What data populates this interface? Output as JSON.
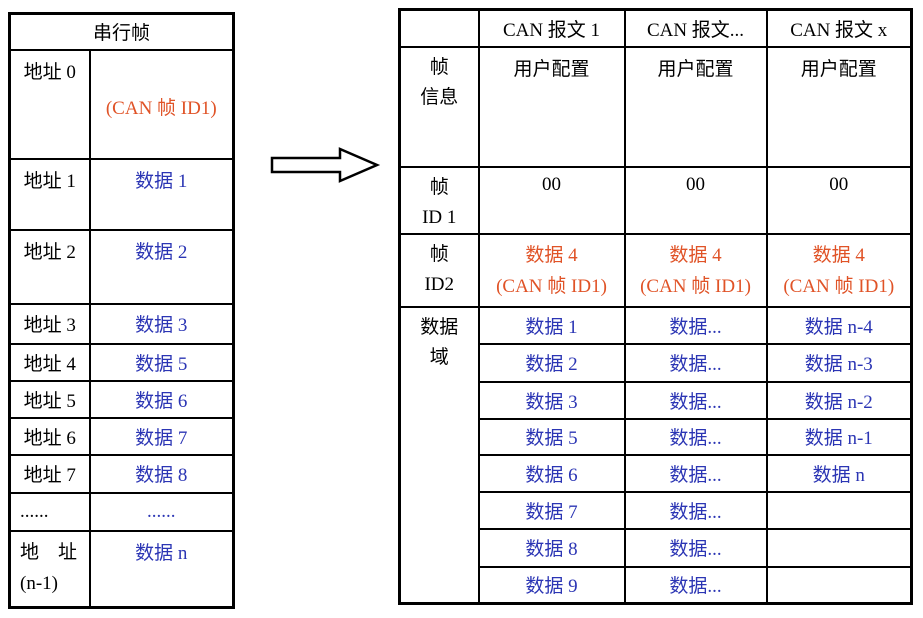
{
  "colors": {
    "data_blue": "#2b35b4",
    "highlight_orange": "#e05327",
    "grid_black": "#000000",
    "background": "#ffffff"
  },
  "arrow": {
    "icon": "right-block-arrow"
  },
  "left_table": {
    "title": "串行帧",
    "rows": [
      {
        "address": "地址 0",
        "value": "(CAN 帧 ID1)"
      },
      {
        "address": "地址 1",
        "value": "数据 1"
      },
      {
        "address": "地址 2",
        "value": "数据 2"
      },
      {
        "address": "地址 3",
        "value": "数据 3"
      },
      {
        "address": "地址 4",
        "value": "数据 5"
      },
      {
        "address": "地址 5",
        "value": "数据 6"
      },
      {
        "address": "地址 6",
        "value": "数据 7"
      },
      {
        "address": "地址 7",
        "value": "数据 8"
      },
      {
        "address": "......",
        "value": "......"
      },
      {
        "address": "地　址",
        "address_line2": "(n-1)",
        "value": "数据 n"
      }
    ]
  },
  "right_table": {
    "header": {
      "col0": "",
      "col1": "CAN 报文 1",
      "col2": "CAN 报文...",
      "col3": "CAN 报文 x"
    },
    "frame_info": {
      "label_line1": "帧",
      "label_line2": "信息",
      "cells": [
        "用户配置",
        "用户配置",
        "用户配置"
      ]
    },
    "frame_id1": {
      "label_line1": "帧",
      "label_line2": "ID 1",
      "cells": [
        "00",
        "00",
        "00"
      ]
    },
    "frame_id2": {
      "label_line1": "帧",
      "label_line2": "ID2",
      "cells": [
        {
          "line1": "数据 4",
          "line2": "(CAN 帧 ID1)"
        },
        {
          "line1": "数据 4",
          "line2": "(CAN 帧 ID1)"
        },
        {
          "line1": "数据 4",
          "line2": "(CAN 帧 ID1)"
        }
      ]
    },
    "data_field": {
      "label_line1": "数据",
      "label_line2": "域",
      "rows": [
        [
          "数据 1",
          "数据...",
          "数据 n-4"
        ],
        [
          "数据 2",
          "数据...",
          "数据 n-3"
        ],
        [
          "数据 3",
          "数据...",
          "数据 n-2"
        ],
        [
          "数据 5",
          "数据...",
          "数据 n-1"
        ],
        [
          "数据 6",
          "数据...",
          "数据 n"
        ],
        [
          "数据 7",
          "数据...",
          ""
        ],
        [
          "数据 8",
          "数据...",
          ""
        ],
        [
          "数据 9",
          "数据...",
          ""
        ]
      ]
    }
  }
}
